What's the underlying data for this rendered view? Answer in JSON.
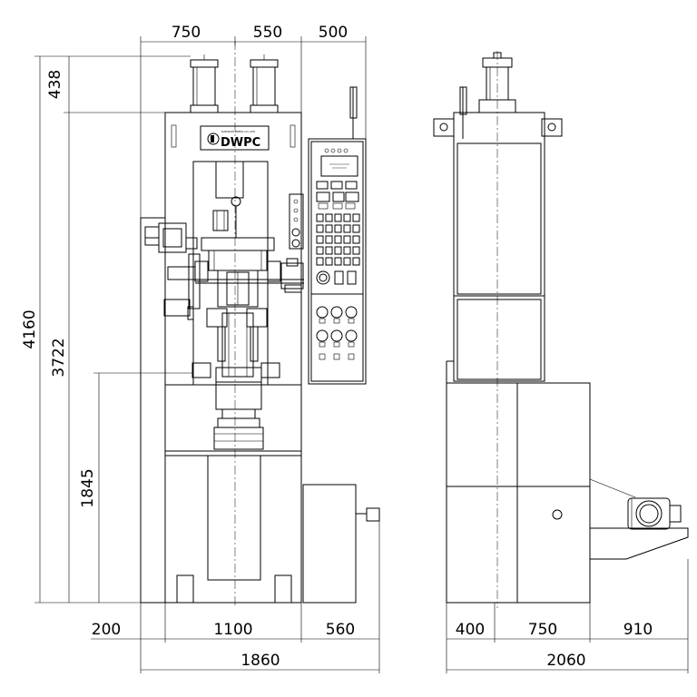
{
  "logo": {
    "brand": "DWPC",
    "company": "DAEWON PRESS CO.,LTD"
  },
  "dimensions": {
    "top_750": "750",
    "top_550": "550",
    "top_500": "500",
    "left_438": "438",
    "left_4160": "4160",
    "left_3722": "3722",
    "left_1845": "1845",
    "bottom_200": "200",
    "bottom_1100": "1100",
    "bottom_560": "560",
    "bottom_1860": "1860",
    "side_400": "400",
    "side_750": "750",
    "side_910": "910",
    "side_2060": "2060"
  }
}
